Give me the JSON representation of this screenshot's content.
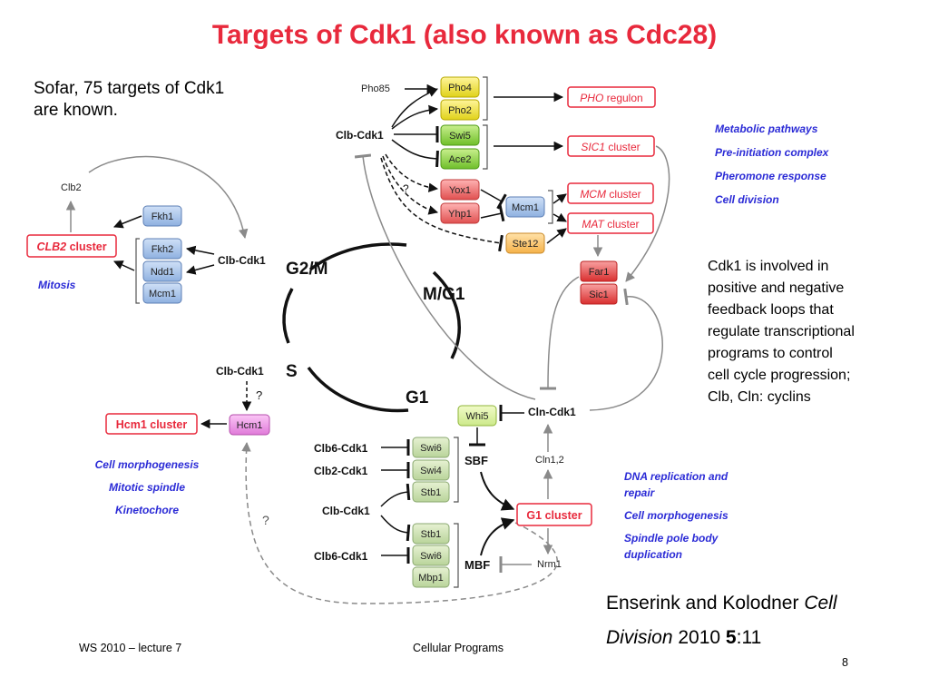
{
  "slide": {
    "title": "Targets of Cdk1 (also known as Cdc28)",
    "intro_line1": "Sofar, 75 targets of Cdk1",
    "intro_line2": "are known.",
    "note_lines": [
      "Cdk1 is involved in",
      "positive and negative",
      "feedback loops that",
      "regulate transcriptional",
      "programs to control",
      "cell cycle progression;",
      "Clb, Cln: cyclins"
    ],
    "citation_line1_plain": "Enserink and Kolodner ",
    "citation_line1_italic": "Cell",
    "citation_line2_italic": "Division",
    "citation_line2_plain": " 2010 ",
    "citation_line2_bold": "5",
    "citation_line2_end": ":11",
    "footer_left": "WS 2010 – lecture 7",
    "footer_center": "Cellular Programs",
    "page_number": "8"
  },
  "diagram": {
    "colors": {
      "red": "#e8293c",
      "blue": "#2b2bd6",
      "arrow": "#8a8a8a",
      "ink": "#111111"
    },
    "cycle_labels": {
      "g2m": "G2/M",
      "mg1": "M/G1",
      "s": "S",
      "g1": "G1"
    },
    "kinases": {
      "clb_top": "Clb-Cdk1",
      "clb_left": "Clb-Cdk1",
      "clb_s": "Clb-Cdk1",
      "cln": "Cln-Cdk1",
      "clb6_a": "Clb6-Cdk1",
      "clb2": "Clb2-Cdk1",
      "clb_mid": "Clb-Cdk1",
      "clb6_b": "Clb6-Cdk1"
    },
    "plain_labels": {
      "pho85": "Pho85",
      "clb2": "Clb2",
      "q1": "?",
      "q2": "?",
      "q3": "?",
      "cln12": "Cln1,2",
      "nrm1": "Nrm1",
      "sbf": "SBF",
      "mbf": "MBF"
    },
    "proteins": {
      "pho4": "Pho4",
      "pho2": "Pho2",
      "swi5": "Swi5",
      "ace2": "Ace2",
      "yox1": "Yox1",
      "yhp1": "Yhp1",
      "mcm1_top": "Mcm1",
      "ste12": "Ste12",
      "far1": "Far1",
      "sic1": "Sic1",
      "fkh1": "Fkh1",
      "fkh2": "Fkh2",
      "ndd1": "Ndd1",
      "mcm1_left": "Mcm1",
      "hcm1": "Hcm1",
      "whi5": "Whi5",
      "swi6_a": "Swi6",
      "swi4": "Swi4",
      "stb1_a": "Stb1",
      "stb1_b": "Stb1",
      "swi6_b": "Swi6",
      "mbp1": "Mbp1"
    },
    "clusters": {
      "pho_it": "PHO",
      "pho_rest": " regulon",
      "sic1_it": "SIC1",
      "sic1_rest": " cluster",
      "mcm_it": "MCM",
      "mcm_rest": " cluster",
      "mat_it": "MAT",
      "mat_rest": " cluster",
      "clb2_it": "CLB2",
      "clb2_rest": " cluster",
      "hcm1": "Hcm1 cluster",
      "g1": "G1 cluster"
    },
    "functions": {
      "top": [
        "Metabolic pathways",
        "Pre-initiation complex",
        "Pheromone response",
        "Cell division"
      ],
      "mitosis": "Mitosis",
      "left": [
        "Cell morphogenesis",
        "Mitotic spindle",
        "Kinetochore"
      ],
      "right": [
        "DNA replication and",
        "repair",
        "Cell morphogenesis",
        "Spindle pole body",
        "duplication"
      ]
    }
  }
}
